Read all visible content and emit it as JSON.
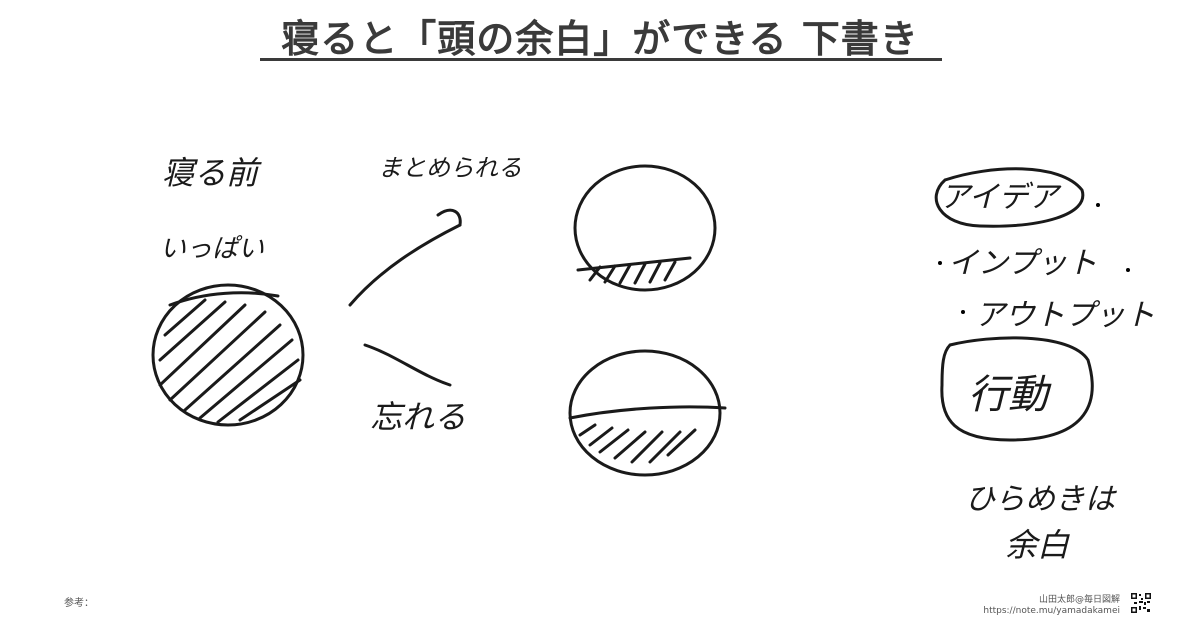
{
  "title": "寝ると「頭の余白」ができる 下書き",
  "notes": {
    "before_sleep": "寝る前",
    "full": "いっぱい",
    "organized": "まとめられる",
    "forgotten": "忘れる",
    "input": "インプット",
    "output": "アウトプット",
    "action": "行動",
    "idea": "アイデア",
    "novel": "ひらめきは",
    "space": "余白"
  },
  "footer": {
    "reference_label": "参考：",
    "author": "山田太郎@毎日図解",
    "url": "https://note.mu/yamadakamei"
  }
}
